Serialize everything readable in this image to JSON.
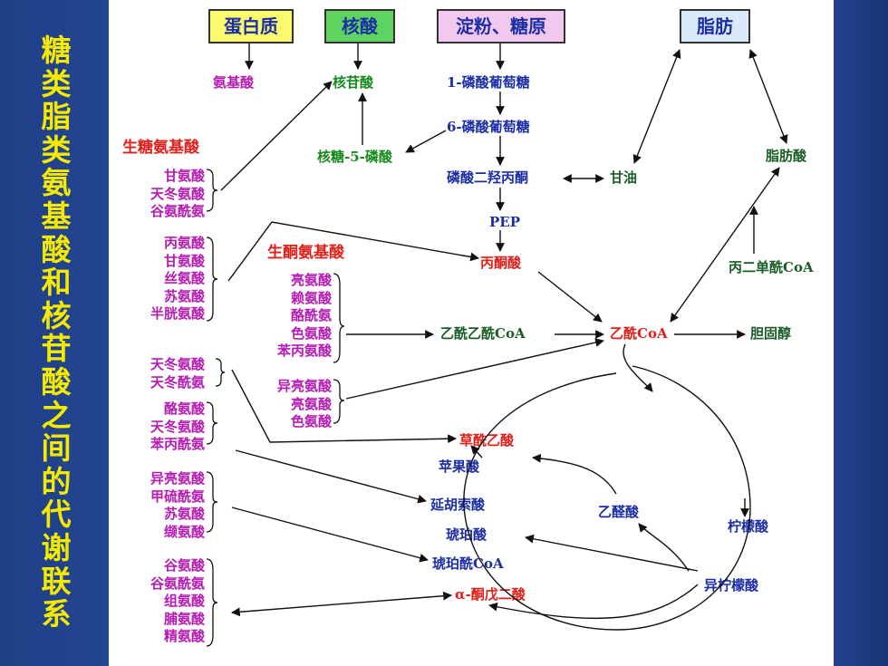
{
  "title": "糖类脂类氨基酸和核苷酸之间的代谢联系",
  "top_boxes": {
    "protein": "蛋白质",
    "nucleic_acid": "核酸",
    "starch": "淀粉、糖原",
    "fat": "脂肪"
  },
  "nodes": {
    "amino_acid": "氨基酸",
    "nucleotide": "核苷酸",
    "g1p": "1-磷酸葡萄糖",
    "g6p": "6-磷酸葡萄糖",
    "r5p": "核糖-5-磷酸",
    "dhap": "磷酸二羟丙酮",
    "glycerol": "甘油",
    "fatty_acid": "脂肪酸",
    "pep": "PEP",
    "pyruvate": "丙酮酸",
    "malonyl": "丙二单酰CoA",
    "acetoacetyl": "乙酰乙酰CoA",
    "acetyl": "乙酰CoA",
    "cholesterol": "胆固醇",
    "oxaloacetate": "草酰乙酸",
    "malate": "苹果酸",
    "fumarate": "延胡索酸",
    "succinate": "琥珀酸",
    "succinyl": "琥珀酰CoA",
    "akg": "α-酮戊二酸",
    "glyoxylate": "乙醛酸",
    "citrate": "柠檬酸",
    "isocitrate": "异柠檬酸"
  },
  "glucogenic_label": "生糖氨基酸",
  "ketogenic_label": "生酮氨基酸",
  "lists": {
    "g1": [
      "甘氨酸",
      "天冬氨酸",
      "谷氨酰氨"
    ],
    "g2": [
      "丙氨酸",
      "甘氨酸",
      "丝氨酸",
      "苏氨酸",
      "半胱氨酸"
    ],
    "k1": [
      "亮氨酸",
      "赖氨酸",
      "酪酰氨",
      "色氨酸",
      "苯丙氨酸"
    ],
    "k2": [
      "异亮氨酸",
      "亮氨酸",
      "色氨酸"
    ],
    "a1": [
      "天冬氨酸",
      "天冬酰氨"
    ],
    "a2": [
      "酪氨酸",
      "天冬氨酸",
      "苯丙酰氨"
    ],
    "a3": [
      "异亮氨酸",
      "甲硫酰氨",
      "苏氨酸",
      "缬氨酸"
    ],
    "a4": [
      "谷氨酸",
      "谷氨酰氨",
      "组氨酸",
      "脯氨酸",
      "精氨酸"
    ]
  },
  "colors": {
    "title": "#f5e900",
    "magenta": "#b61bb3",
    "green": "#178a1e",
    "blue": "#1b2ea6",
    "red": "#e0201a",
    "dark_green": "#1a5d26",
    "box_yellow": "#fbf96c",
    "box_green": "#5fd35f",
    "box_pink": "#f2c8ee",
    "box_lightblue": "#dbeaf8"
  }
}
